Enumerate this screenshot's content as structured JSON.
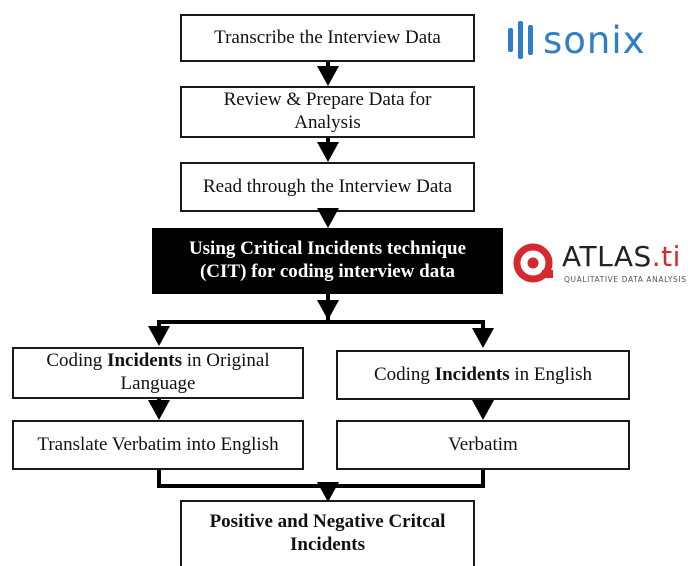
{
  "steps": {
    "transcribe": "Transcribe the Interview Data",
    "review": "Review & Prepare Data for Analysis",
    "read": "Read through the Interview Data",
    "cit": "Using Critical Incidents technique (CIT) for coding interview data",
    "coding_original": {
      "before": "Coding ",
      "bold": "Incidents",
      "after": " in Original Language"
    },
    "coding_english": {
      "before": "Coding ",
      "bold": "Incidents",
      "after": " in English"
    },
    "translate": "Translate Verbatim into English",
    "verbatim": "Verbatim",
    "result": "Positive and Negative Critcal Incidents"
  },
  "logos": {
    "sonix": {
      "word": "sonix",
      "icon": "sound-bars-icon",
      "color": "#2f7ec6"
    },
    "atlas": {
      "word_main": "ATLAS",
      "word_suffix": ".ti",
      "tagline": "QUALITATIVE DATA ANALYSIS",
      "icon": "atlas-at-sign-icon",
      "color": "#d7282f"
    }
  }
}
